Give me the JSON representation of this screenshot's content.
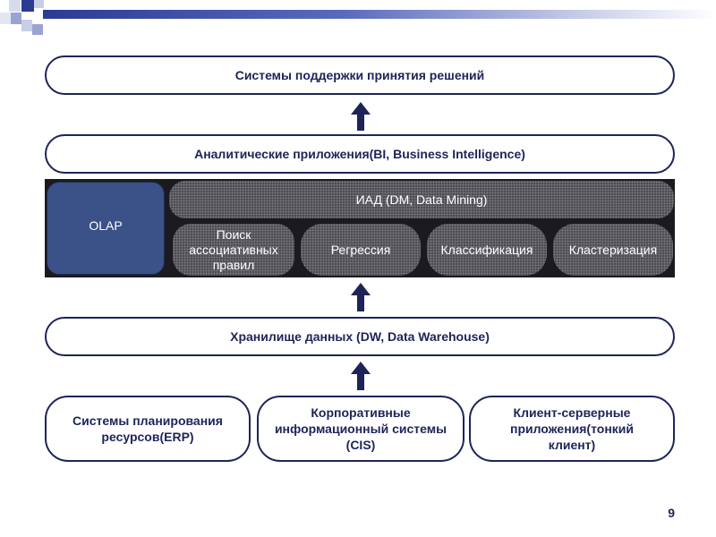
{
  "diagram": {
    "dss": "Системы поддержки принятия решений",
    "analytics": "Аналитические приложения(BI,  Business Intelligence)",
    "olap": "OLAP",
    "dm": "ИАД (DM, Data Mining)",
    "dm_methods": [
      "Поиск ассоциативных правил",
      "Регрессия",
      "Классификация",
      "Кластеризация"
    ],
    "dw": "Хранилище данных (DW, Data Warehouse)",
    "sources": [
      "Системы планирования ресурсов(ERP)",
      "Корпоративные информационный системы (CIS)",
      "Клиент-серверные приложения(тонкий клиент)"
    ]
  },
  "page_number": "9",
  "colors": {
    "accent": "#2b3a93",
    "olap": "#3b5288",
    "dark": "#4d4d52",
    "outline": "#1e2458"
  }
}
